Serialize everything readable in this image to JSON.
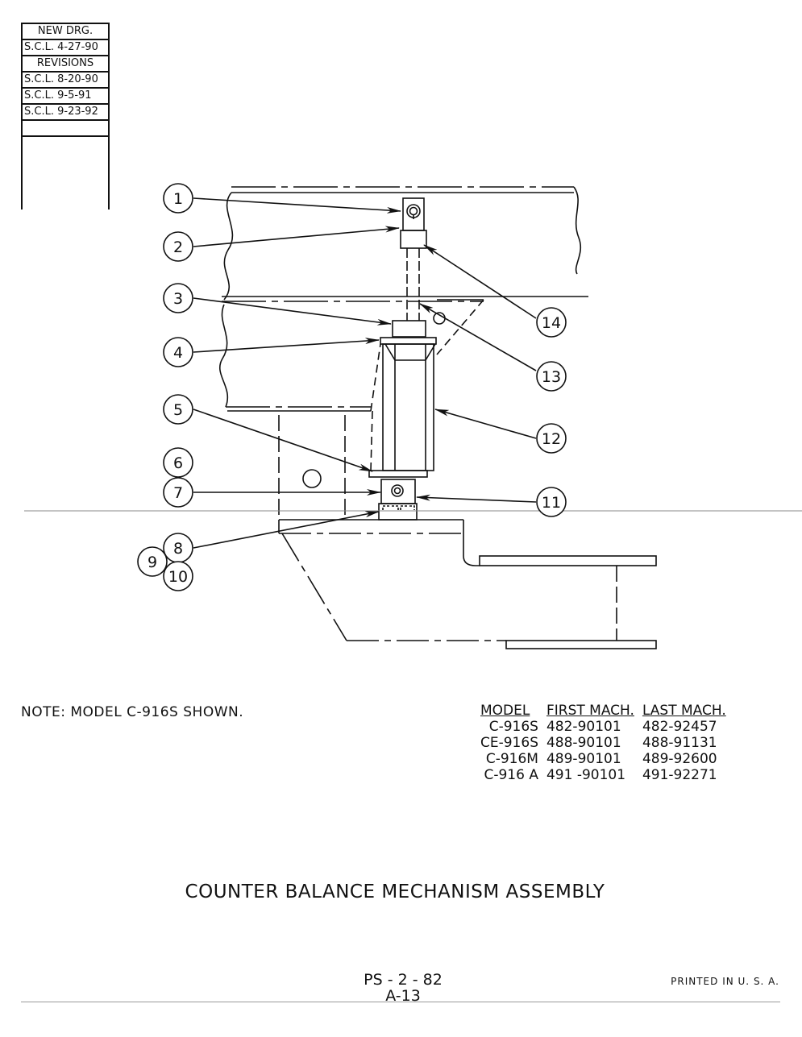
{
  "revision_block": {
    "new_drg_label": "NEW   DRG.",
    "new_drg_entry": "S.C.L. 4-27-90",
    "revisions_label": "REVISIONS",
    "revisions": [
      "S.C.L. 8-20-90",
      "S.C.L.   9-5-91",
      "S.C.L. 9-23-92"
    ]
  },
  "callouts": [
    "1",
    "2",
    "3",
    "4",
    "5",
    "6",
    "7",
    "8",
    "9",
    "10",
    "11",
    "12",
    "13",
    "14"
  ],
  "note": "NOTE:  MODEL  C-916S  SHOWN.",
  "model_table": {
    "headers": [
      "MODEL",
      "FIRST  MACH.",
      "LAST  MACH."
    ],
    "rows": [
      [
        "C-916S",
        "482-90101",
        "482-92457"
      ],
      [
        "CE-916S",
        "488-90101",
        "488-91131"
      ],
      [
        "C-916M",
        "489-90101",
        "489-92600"
      ],
      [
        "C-916 A",
        "491 -90101",
        "491-92271"
      ]
    ]
  },
  "title": "COUNTER  BALANCE  MECHANISM  ASSEMBLY",
  "page_code": "PS - 2 - 82",
  "page_sub": "A-13",
  "printed": "PRINTED   IN   U. S. A."
}
